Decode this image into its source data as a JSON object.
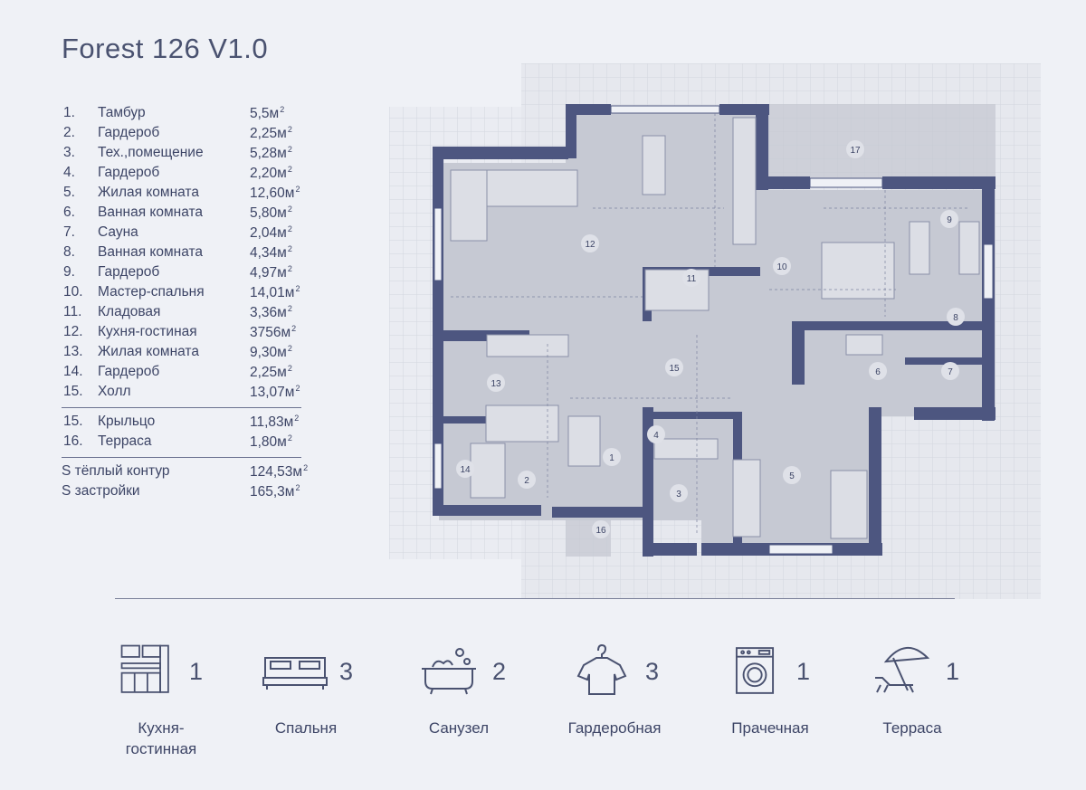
{
  "title": "Forest 126 V1.0",
  "rooms": [
    {
      "num": "1.",
      "name": "Тамбур",
      "area": "5,5м",
      "sup": "2"
    },
    {
      "num": "2.",
      "name": "Гардероб",
      "area": "2,25м",
      "sup": "2"
    },
    {
      "num": "3.",
      "name": "Тех.,помещение",
      "area": "5,28м",
      "sup": "2"
    },
    {
      "num": "4.",
      "name": "Гардероб",
      "area": "2,20м",
      "sup": "2"
    },
    {
      "num": "5.",
      "name": "Жилая комната",
      "area": "12,60м",
      "sup": "2"
    },
    {
      "num": "6.",
      "name": "Ванная комната",
      "area": "5,80м",
      "sup": "2"
    },
    {
      "num": "7.",
      "name": "Сауна",
      "area": "2,04м",
      "sup": "2"
    },
    {
      "num": "8.",
      "name": "Ванная комната",
      "area": "4,34м",
      "sup": "2"
    },
    {
      "num": "9.",
      "name": "Гардероб",
      "area": "4,97м",
      "sup": "2"
    },
    {
      "num": "10.",
      "name": "Мастер-спальня",
      "area": "14,01м",
      "sup": "2"
    },
    {
      "num": "11.",
      "name": "Кладовая",
      "area": "3,36м",
      "sup": "2"
    },
    {
      "num": "12.",
      "name": "Кухня-гостиная",
      "area": "3756м",
      "sup": "2"
    },
    {
      "num": "13.",
      "name": "Жилая комната",
      "area": "9,30м",
      "sup": "2"
    },
    {
      "num": "14.",
      "name": "Гардероб",
      "area": "2,25м",
      "sup": "2"
    },
    {
      "num": "15.",
      "name": "Холл",
      "area": "13,07м",
      "sup": "2"
    }
  ],
  "outdoor": [
    {
      "num": "15.",
      "name": "Крыльцо",
      "area": "11,83м",
      "sup": "2"
    },
    {
      "num": "16.",
      "name": "Терраса",
      "area": "1,80м",
      "sup": "2"
    }
  ],
  "totals": [
    {
      "name": "S тёплый контур",
      "area": "124,53м",
      "sup": "2"
    },
    {
      "name": "S застройки",
      "area": "165,3м",
      "sup": "2"
    }
  ],
  "plan_labels": {
    "r1": "1",
    "r2": "2",
    "r3": "3",
    "r4": "4",
    "r5": "5",
    "r6": "6",
    "r7": "7",
    "r8": "8",
    "r9": "9",
    "r10": "10",
    "r11": "11",
    "r12": "12",
    "r13": "13",
    "r14": "14",
    "r15": "15",
    "r16": "16",
    "r17": "17"
  },
  "features": [
    {
      "icon": "kitchen-icon",
      "count": "1",
      "label_line1": "Кухня-",
      "label_line2": "гостинная"
    },
    {
      "icon": "bed-icon",
      "count": "3",
      "label_line1": "Спальня",
      "label_line2": ""
    },
    {
      "icon": "bathtub-icon",
      "count": "2",
      "label_line1": "Санузел",
      "label_line2": ""
    },
    {
      "icon": "hanger-icon",
      "count": "3",
      "label_line1": "Гардеробная",
      "label_line2": ""
    },
    {
      "icon": "washing-machine-icon",
      "count": "1",
      "label_line1": "Прачечная",
      "label_line2": ""
    },
    {
      "icon": "sunbed-umbrella-icon",
      "count": "1",
      "label_line1": "Терраса",
      "label_line2": ""
    }
  ],
  "colors": {
    "wall": "#4d5680",
    "floor": "#c9ccd6",
    "grid": "#d9dbe3",
    "text": "#3d4566"
  }
}
